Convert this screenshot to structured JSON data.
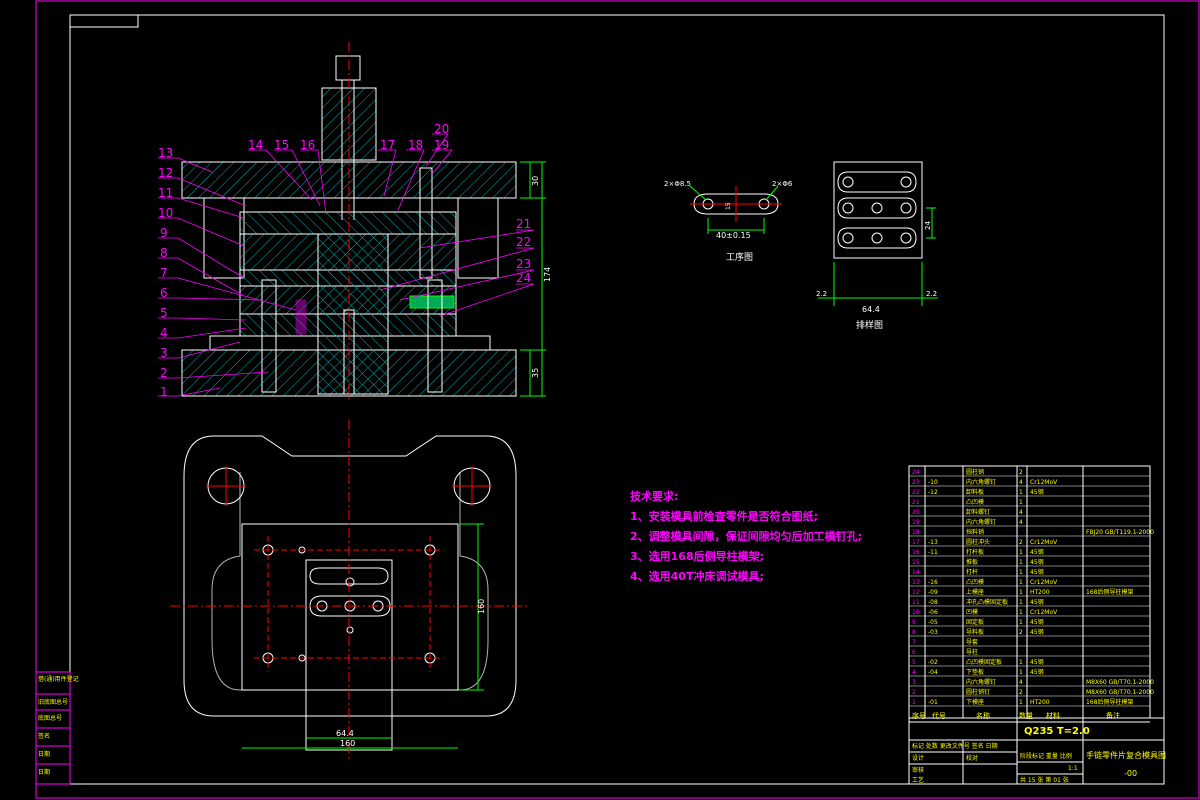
{
  "colors": {
    "background": "#000000",
    "frame": "#ff00ff",
    "outline": "#ffffff",
    "centerline": "#ff0000",
    "dimension": "#00ff00",
    "hatch": "#00ffff",
    "text": "#ffff00",
    "leader": "#ff00ff"
  },
  "balloons": [
    "1",
    "2",
    "3",
    "4",
    "5",
    "6",
    "7",
    "8",
    "9",
    "10",
    "11",
    "12",
    "13",
    "14",
    "15",
    "16",
    "17",
    "18",
    "19",
    "20",
    "21",
    "22",
    "23",
    "24"
  ],
  "main_view_dims": {
    "top_plate": "30",
    "total_height": "174",
    "bottom_plate": "35"
  },
  "plan_view_dims": {
    "width_inner": "64.4",
    "width_outer": "160",
    "height": "160"
  },
  "workpiece": {
    "title": "工序图",
    "hole_left": "2×Φ8.5",
    "hole_right": "2×Φ6",
    "pitch": "40±0.15",
    "thickness": "15"
  },
  "strip": {
    "title": "排样图",
    "width": "64.4",
    "margin_left": "2.2",
    "margin_right": "2.2",
    "pitch": "24"
  },
  "tech_requirements": {
    "title": "技术要求:",
    "items": [
      "1、安装模具前检查零件是否符合图纸;",
      "2、调整模具间隙，保证间隙均匀后加工模钉孔;",
      "3、选用168后侧导柱模架;",
      "4、选用40T冲床调试模具;"
    ]
  },
  "left_strip_labels": [
    "借(通)用件登记",
    "旧底图总号",
    "底图总号",
    "签名",
    "日期",
    "日期"
  ],
  "bom": {
    "rows": [
      {
        "no": "24",
        "code": "",
        "name": "圆柱销",
        "qty": "2",
        "material": "",
        "remark": ""
      },
      {
        "no": "23",
        "code": "-10",
        "name": "内六角螺钉",
        "qty": "4",
        "material": "Cr12MoV",
        "remark": ""
      },
      {
        "no": "22",
        "code": "-12",
        "name": "卸料板",
        "qty": "1",
        "material": "45钢",
        "remark": ""
      },
      {
        "no": "21",
        "code": "",
        "name": "凸凹模",
        "qty": "1",
        "material": "",
        "remark": ""
      },
      {
        "no": "20",
        "code": "",
        "name": "卸料螺钉",
        "qty": "4",
        "material": "",
        "remark": ""
      },
      {
        "no": "19",
        "code": "",
        "name": "内六角螺钉",
        "qty": "4",
        "material": "",
        "remark": ""
      },
      {
        "no": "18",
        "code": "",
        "name": "挡料销",
        "qty": "",
        "material": "",
        "remark": "FBJ20 GB/T119.1-2000"
      },
      {
        "no": "17",
        "code": "-13",
        "name": "圆柱冲头",
        "qty": "2",
        "material": "Cr12MoV",
        "remark": ""
      },
      {
        "no": "16",
        "code": "-11",
        "name": "打杆板",
        "qty": "1",
        "material": "45钢",
        "remark": ""
      },
      {
        "no": "15",
        "code": "",
        "name": "推板",
        "qty": "1",
        "material": "45钢",
        "remark": ""
      },
      {
        "no": "14",
        "code": "",
        "name": "打杆",
        "qty": "1",
        "material": "45钢",
        "remark": ""
      },
      {
        "no": "13",
        "code": "-16",
        "name": "凸凹模",
        "qty": "1",
        "material": "Cr12MoV",
        "remark": ""
      },
      {
        "no": "12",
        "code": "-09",
        "name": "上模座",
        "qty": "1",
        "material": "HT200",
        "remark": "168后侧导柱模架"
      },
      {
        "no": "11",
        "code": "-08",
        "name": "冲孔凸模固定板",
        "qty": "1",
        "material": "45钢",
        "remark": ""
      },
      {
        "no": "10",
        "code": "-06",
        "name": "凹模",
        "qty": "1",
        "material": "Cr12MoV",
        "remark": ""
      },
      {
        "no": "9",
        "code": "-05",
        "name": "固定板",
        "qty": "1",
        "material": "45钢",
        "remark": ""
      },
      {
        "no": "8",
        "code": "-03",
        "name": "导料板",
        "qty": "2",
        "material": "45钢",
        "remark": ""
      },
      {
        "no": "7",
        "code": "",
        "name": "导套",
        "qty": "",
        "material": "",
        "remark": ""
      },
      {
        "no": "6",
        "code": "",
        "name": "导柱",
        "qty": "",
        "material": "",
        "remark": ""
      },
      {
        "no": "5",
        "code": "-02",
        "name": "凸凹模固定板",
        "qty": "1",
        "material": "45钢",
        "remark": ""
      },
      {
        "no": "4",
        "code": "-04",
        "name": "下垫板",
        "qty": "1",
        "material": "45钢",
        "remark": ""
      },
      {
        "no": "3",
        "code": "",
        "name": "内六角螺钉",
        "qty": "4",
        "material": "",
        "remark": "M8X60 GB/T70.1-2000"
      },
      {
        "no": "2",
        "code": "",
        "name": "圆柱销钉",
        "qty": "2",
        "material": "",
        "remark": "M8X60 GB/T70.1-2000"
      },
      {
        "no": "1",
        "code": "-01",
        "name": "下模座",
        "qty": "1",
        "material": "HT200",
        "remark": "168后侧导柱模架"
      }
    ],
    "header": {
      "no": "序号",
      "code": "代号",
      "name": "名称",
      "qty": "数量",
      "material": "材料",
      "remark": "备注"
    }
  },
  "title_block": {
    "material": "Q235 T=2.0",
    "drawing_name": "手链零件片复合模具图",
    "scale": "1:1",
    "sheet": "共 15 张  第 01 张",
    "drawing_no": "-00",
    "roles": [
      "设计",
      "校对",
      "审核",
      "工艺"
    ],
    "revision_header": "标记 处数 更改文件号 签名 日期",
    "stage_labels": "阶段标记 重量 比例"
  }
}
